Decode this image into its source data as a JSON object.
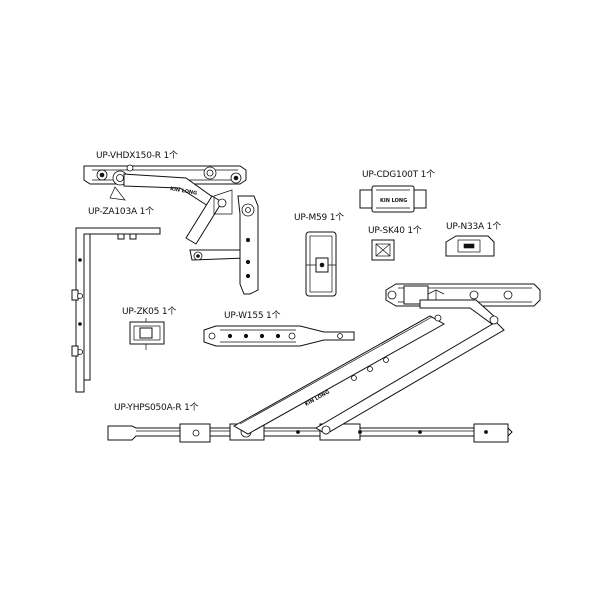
{
  "parts": [
    {
      "id": "vhdx150",
      "label": "UP-VHDX150-R 1个",
      "brand_text": "KIN LONG"
    },
    {
      "id": "cdg100t",
      "label": "UP-CDG100T 1个",
      "brand_text": "KIN LONG"
    },
    {
      "id": "za103a",
      "label": "UP-ZA103A 1个"
    },
    {
      "id": "m59",
      "label": "UP-M59 1个"
    },
    {
      "id": "sk40",
      "label": "UP-SK40 1个"
    },
    {
      "id": "n33a",
      "label": "UP-N33A 1个"
    },
    {
      "id": "zk05",
      "label": "UP-ZK05 1个"
    },
    {
      "id": "w155",
      "label": "UP-W155 1个"
    },
    {
      "id": "yhps050a",
      "label": "UP-YHPS050A-R 1个",
      "brand_text": "KIN LONG"
    }
  ]
}
